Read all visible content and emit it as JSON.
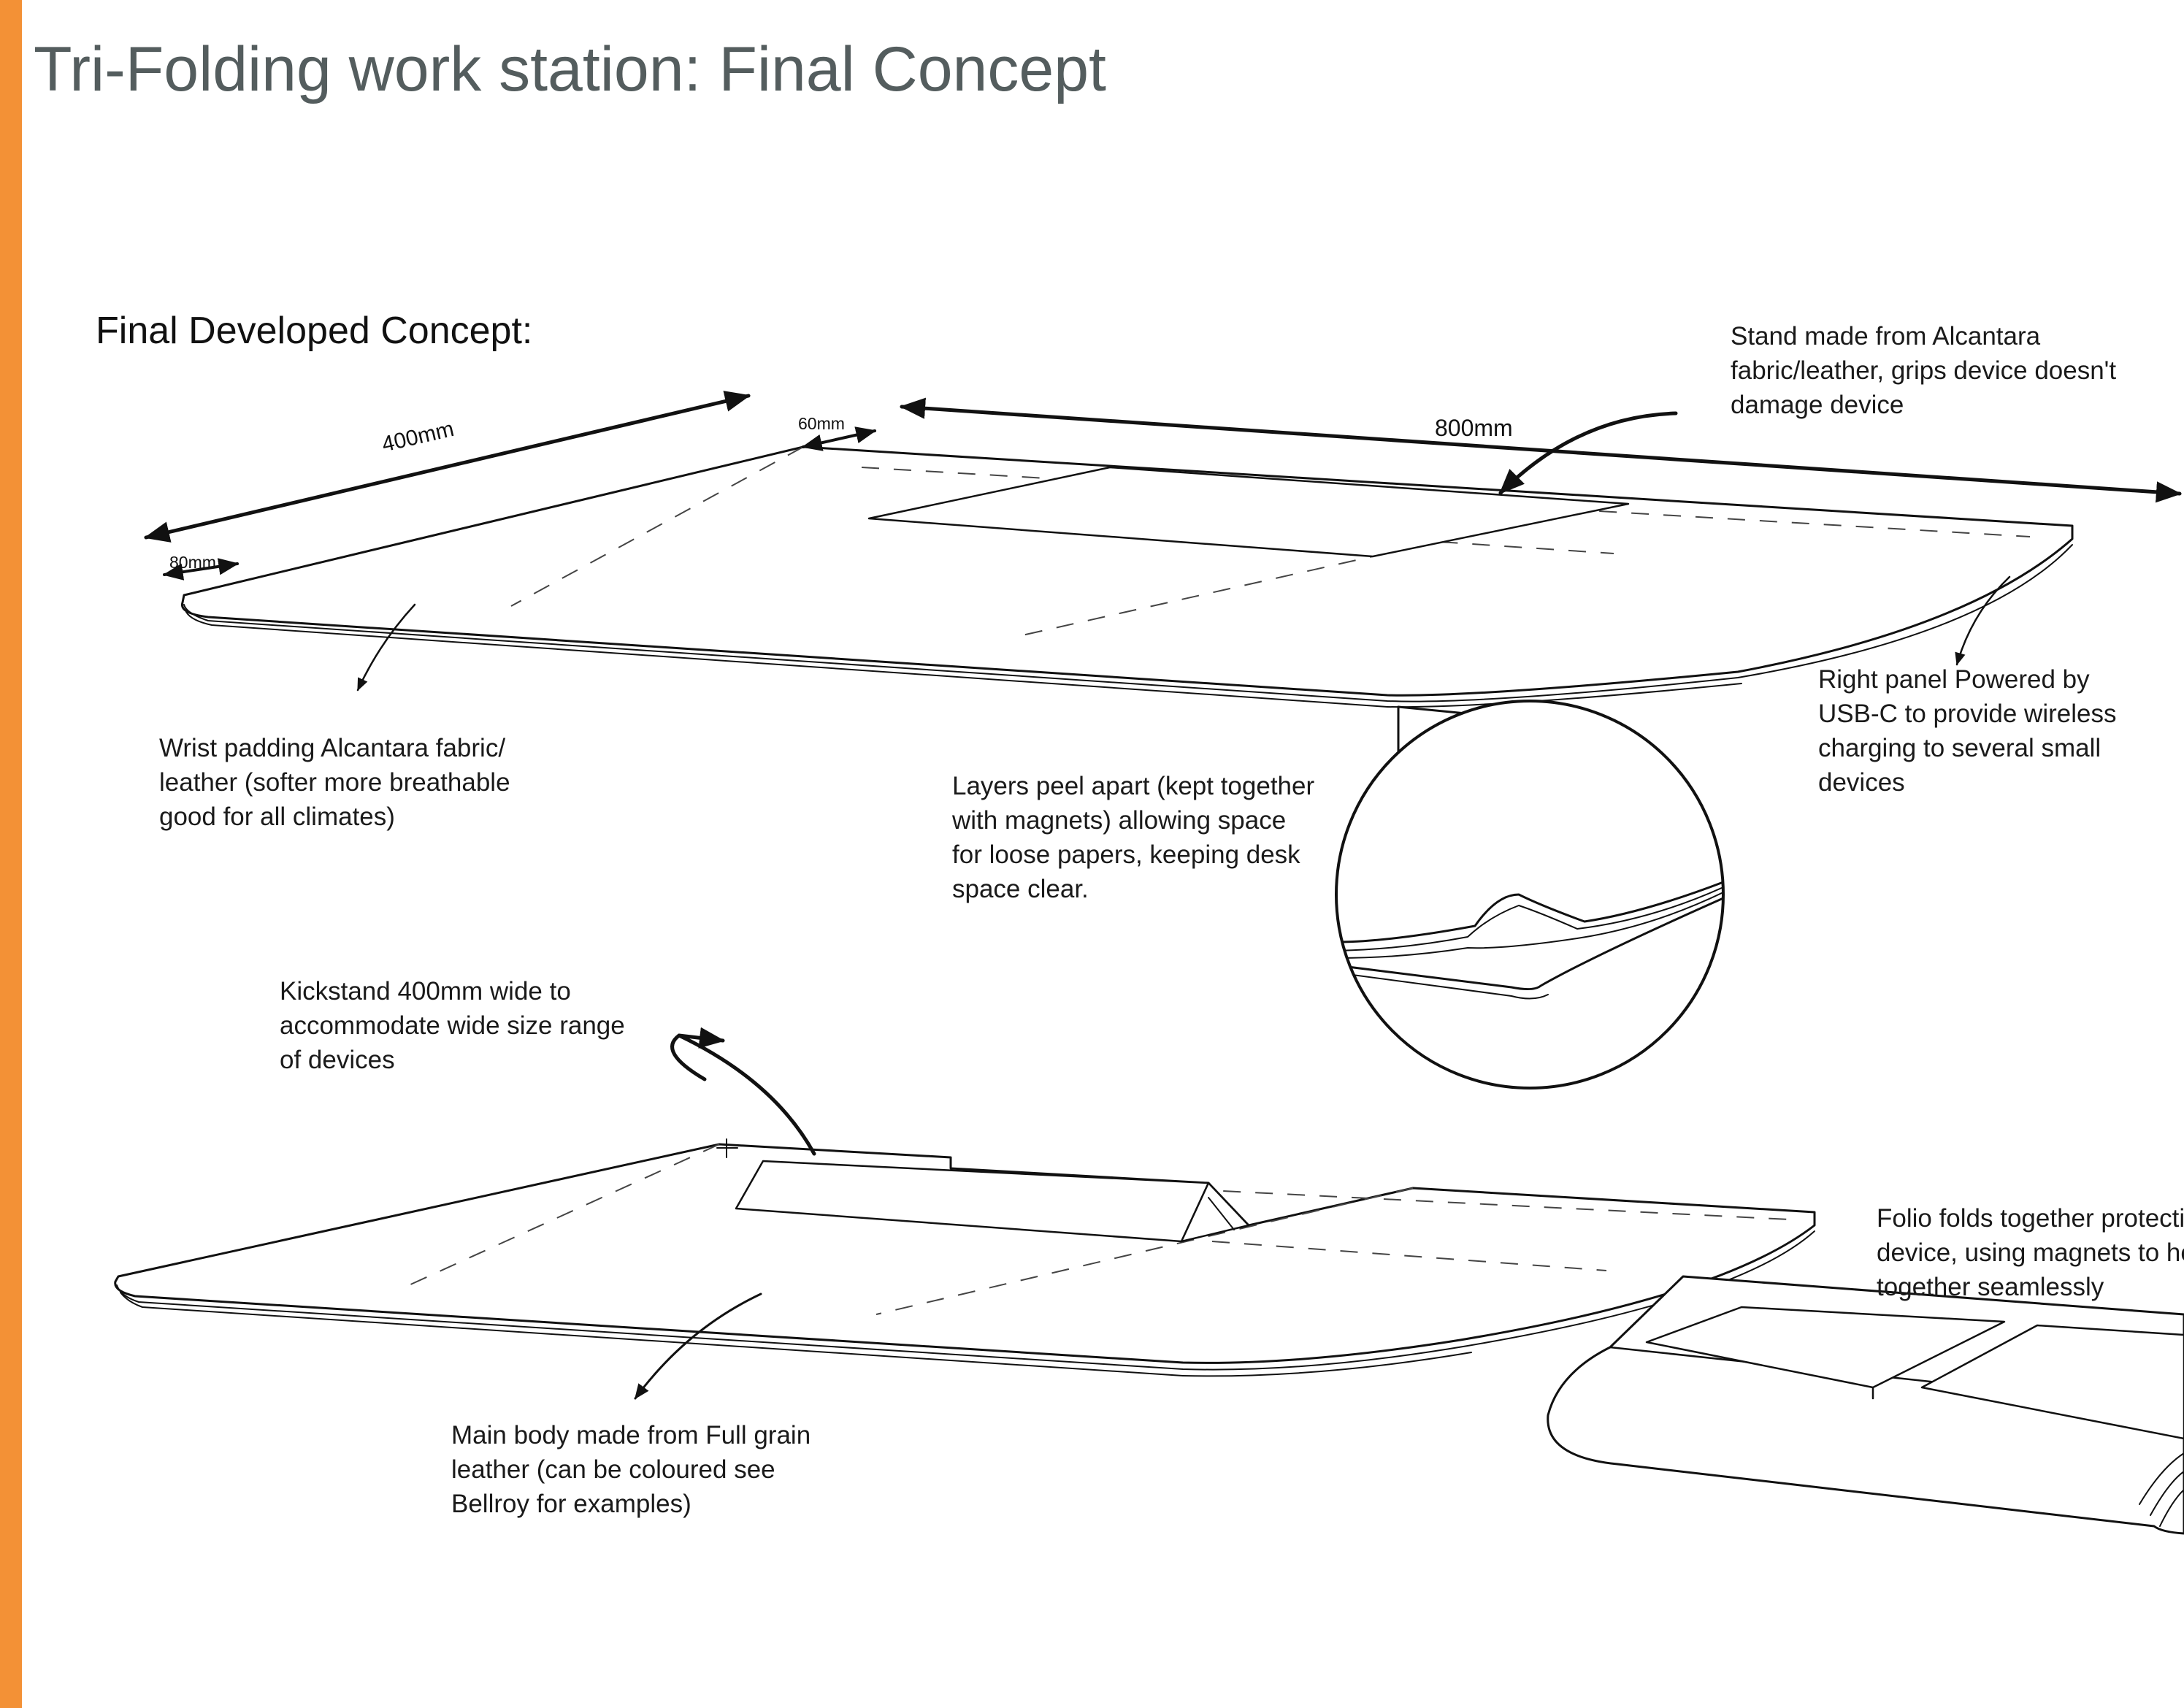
{
  "slide": {
    "title": "Tri-Folding work station: Final Concept",
    "accent_color": "#f39136"
  },
  "diagram": {
    "heading": "Final Developed Concept:",
    "dimensions": {
      "depth": "400mm",
      "width": "800mm",
      "top_strip": "60mm",
      "front_strip": "80mm"
    },
    "callouts": {
      "stand": "Stand made from Alcantara\nfabric/leather, grips device doesn't\ndamage device",
      "right_panel": "Right panel Powered by\nUSB-C to provide wireless\ncharging to several small\ndevices",
      "wrist_padding": "Wrist padding Alcantara fabric/\nleather (softer more breathable\ngood for all climates)",
      "layers": "Layers peel apart (kept together\nwith magnets) allowing  space\nfor loose papers, keeping desk\nspace clear.",
      "kickstand": "Kickstand 400mm wide to\naccommodate wide size range\nof devices",
      "main_body": "Main body made from Full grain\nleather (can be coloured see\nBellroy for examples)",
      "folio": "Folio folds together protecting\ndevice, using magnets to hold\ntogether seamlessly"
    }
  }
}
